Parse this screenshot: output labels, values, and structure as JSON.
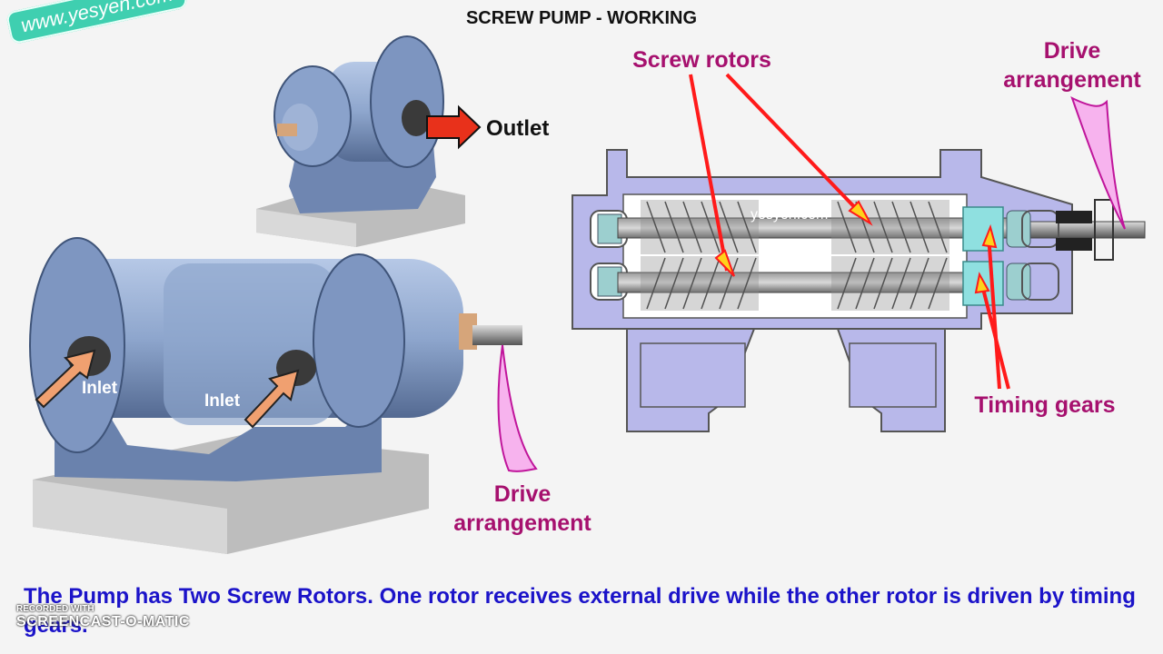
{
  "title": "SCREW PUMP - WORKING",
  "brand": "www.yesyen.com",
  "cutaway_watermark": "yesyen.com",
  "labels": {
    "outlet": "Outlet",
    "inlet_left": "Inlet",
    "inlet_right": "Inlet",
    "screw_rotors": "Screw rotors",
    "drive_arrangement_top_line1": "Drive",
    "drive_arrangement_top_line2": "arrangement",
    "drive_arrangement_bottom_line1": "Drive",
    "drive_arrangement_bottom_line2": "arrangement",
    "timing_gears": "Timing gears"
  },
  "caption": "The Pump has Two Screw Rotors. One rotor receives external drive while the other rotor is driven by timing gears.",
  "recorder": {
    "line1": "RECORDED WITH",
    "line2": "SCREENCAST-O-MATIC"
  },
  "colors": {
    "pump_body": "#8fa6cc",
    "pump_dark": "#5c739c",
    "base": "#c8c8c8",
    "casing": "#b8b8ea",
    "label": "#a6106e",
    "caption": "#1b13c9",
    "arrow_red": "#ff1a1a",
    "arrow_orange": "#f0a070",
    "callout_pink": "#f7b3ee"
  }
}
